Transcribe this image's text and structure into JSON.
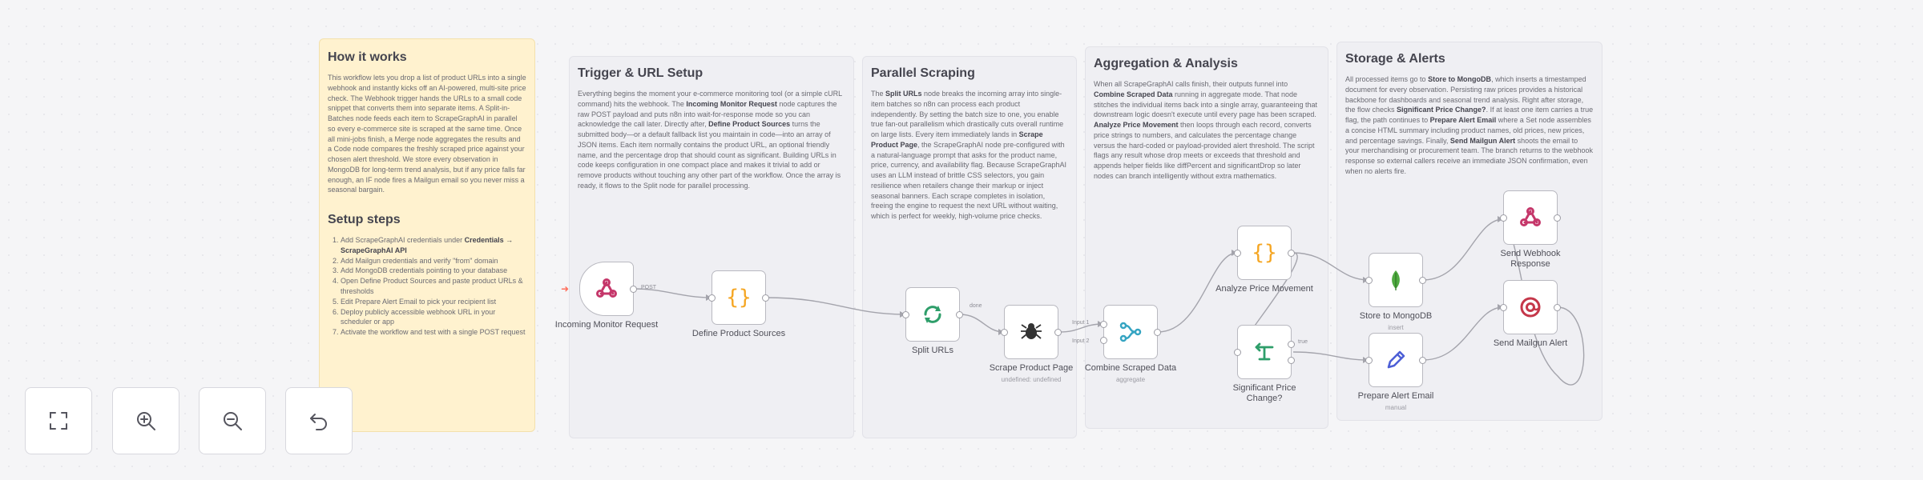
{
  "notes": {
    "main": {
      "title": "How it works",
      "body": [
        {
          "t": "This workflow lets you drop a list of product URLs into a single webhook and instantly kicks off an AI-powered, multi-site price check. The Webhook trigger hands the URLs to a small code snippet that converts them into separate items. A Split-in-Batches node feeds each item to ScrapeGraphAI in parallel so every e-commerce site is scraped at the same time. Once all mini-jobs finish, a Merge node aggregates the results and a Code node compares the freshly scraped price against your chosen alert threshold. We store every observation in MongoDB for long-term trend analysis, but if any price falls far enough, an IF node fires a Mailgun email so you never miss a seasonal bargain."
        }
      ],
      "setup_title": "Setup steps",
      "steps": [
        [
          {
            "t": "Add ScrapeGraphAI credentials under "
          },
          {
            "b": "Credentials → ScrapeGraphAI API"
          }
        ],
        [
          {
            "t": "Add Mailgun credentials and verify \"from\" domain"
          }
        ],
        [
          {
            "t": "Add MongoDB credentials pointing to your database"
          }
        ],
        [
          {
            "t": "Open Define Product Sources and paste product URLs & thresholds"
          }
        ],
        [
          {
            "t": "Edit Prepare Alert Email to pick your recipient list"
          }
        ],
        [
          {
            "t": "Deploy publicly accessible webhook URL in your scheduler or app"
          }
        ],
        [
          {
            "t": "Activate the workflow and test with a single POST request"
          }
        ]
      ]
    },
    "trigger": {
      "title": "Trigger & URL Setup",
      "body": [
        {
          "t": "Everything begins the moment your e-commerce monitoring tool (or a simple cURL command) hits the webhook. The "
        },
        {
          "b": "Incoming Monitor Request"
        },
        {
          "t": " node captures the raw POST payload and puts n8n into wait-for-response mode so you can acknowledge the call later. Directly after, "
        },
        {
          "b": "Define Product Sources"
        },
        {
          "t": " turns the submitted body—or a default fallback list you maintain in code—into an array of JSON items. Each item normally contains the product URL, an optional friendly name, and the percentage drop that should count as significant. Building URLs in code keeps configuration in one compact place and makes it trivial to add or remove products without touching any other part of the workflow. Once the array is ready, it flows to the Split node for parallel processing."
        }
      ]
    },
    "scrape": {
      "title": "Parallel Scraping",
      "body": [
        {
          "t": "The "
        },
        {
          "b": "Split URLs"
        },
        {
          "t": " node breaks the incoming array into single-item batches so n8n can process each product independently. By setting the batch size to one, you enable true fan-out parallelism which drastically cuts overall runtime on large lists. Every item immediately lands in "
        },
        {
          "b": "Scrape Product Page"
        },
        {
          "t": ", the ScrapeGraphAI node pre-configured with a natural-language prompt that asks for the product name, price, currency, and availability flag. Because ScrapeGraphAI uses an LLM instead of brittle CSS selectors, you gain resilience when retailers change their markup or inject seasonal banners. Each scrape completes in isolation, freeing the engine to request the next URL without waiting, which is perfect for weekly, high-volume price checks."
        }
      ]
    },
    "agg": {
      "title": "Aggregation & Analysis",
      "body": [
        {
          "t": "When all ScrapeGraphAI calls finish, their outputs funnel into "
        },
        {
          "b": "Combine Scraped Data"
        },
        {
          "t": " running in aggregate mode. That node stitches the individual items back into a single array, guaranteeing that downstream logic doesn't execute until every page has been scraped. "
        },
        {
          "b": "Analyze Price Movement"
        },
        {
          "t": " then loops through each record, converts price strings to numbers, and calculates the percentage change versus the hard-coded or payload-provided alert threshold. The script flags any result whose drop meets or exceeds that threshold and appends helper fields like diffPercent and significantDrop so later nodes can branch intelligently without extra mathematics."
        }
      ]
    },
    "storage": {
      "title": "Storage & Alerts",
      "body": [
        {
          "t": "All processed items go to "
        },
        {
          "b": "Store to MongoDB"
        },
        {
          "t": ", which inserts a timestamped document for every observation. Persisting raw prices provides a historical backbone for dashboards and seasonal trend analysis. Right after storage, the flow checks "
        },
        {
          "b": "Significant Price Change?"
        },
        {
          "t": ". If at least one item carries a true flag, the path continues to "
        },
        {
          "b": "Prepare Alert Email"
        },
        {
          "t": " where a Set node assembles a concise HTML summary including product names, old prices, new prices, and percentage savings. Finally, "
        },
        {
          "b": "Send Mailgun Alert"
        },
        {
          "t": " shoots the email to your merchandising or procurement team. The branch returns to the webhook response so external callers receive an immediate JSON confirmation, even when no alerts fire."
        }
      ]
    }
  },
  "nodes": {
    "incoming": {
      "label": "Incoming Monitor Request",
      "icon": "webhook-icon"
    },
    "define": {
      "label": "Define Product Sources",
      "icon": "code-braces-icon"
    },
    "split": {
      "label": "Split URLs",
      "icon": "loop-arrows-icon"
    },
    "scrape": {
      "label": "Scrape Product Page",
      "sub": "undefined: undefined",
      "icon": "spider-icon"
    },
    "combine": {
      "label": "Combine Scraped Data",
      "sub": "aggregate",
      "icon": "merge-icon"
    },
    "analyze": {
      "label": "Analyze Price Movement",
      "icon": "code-braces-icon"
    },
    "significant": {
      "label": "Significant Price Change?",
      "icon": "if-branch-icon"
    },
    "mongo": {
      "label": "Store to MongoDB",
      "sub": "insert",
      "icon": "mongodb-leaf-icon"
    },
    "prepare": {
      "label": "Prepare Alert Email",
      "sub": "manual",
      "icon": "pencil-icon"
    },
    "respond": {
      "label": "Send Webhook Response",
      "icon": "webhook-icon"
    },
    "mailgun": {
      "label": "Send Mailgun Alert",
      "icon": "mailgun-icon"
    }
  },
  "edge_labels": {
    "post": "POST",
    "done": "done",
    "input1": "Input 1",
    "input2": "Input 2",
    "true": "true"
  },
  "controls": [
    "fit-view-icon",
    "zoom-in-icon",
    "zoom-out-icon",
    "undo-icon"
  ],
  "colors": {
    "note_main": "#fff2cf",
    "webhook": "#c5376a",
    "code": "#f5a623",
    "split": "#2e9e6a",
    "spider": "#333333",
    "merge": "#35a4c2",
    "if": "#2e9e6a",
    "mongo": "#4faa41",
    "pencil": "#4d5fd6",
    "mailgun": "#c5374a",
    "trigger_bolt": "#ff6d5a"
  }
}
